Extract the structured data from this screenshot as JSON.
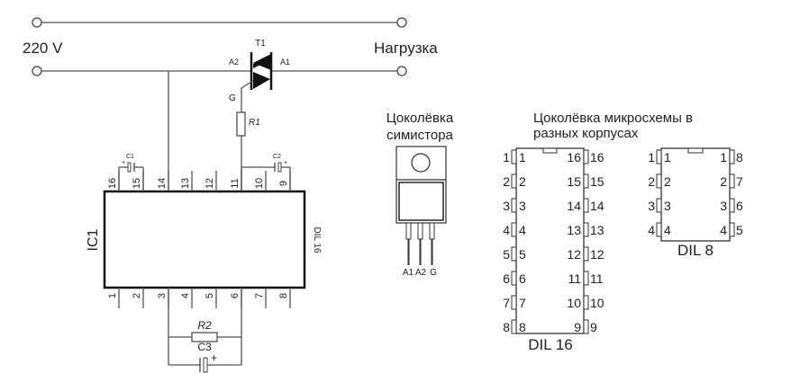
{
  "schematic": {
    "supply_label": "220 V",
    "load_label": "Нагрузка",
    "triac": {
      "ref": "T1",
      "a2": "A2",
      "a1": "A1",
      "gate": "G"
    },
    "r1": "R1",
    "r2": "R2",
    "c1": "C1",
    "c2": "C2",
    "c3": "C3",
    "plus": "+",
    "ic": {
      "ref": "IC1",
      "package": "DIL 16",
      "top_pins": [
        "16",
        "15",
        "14",
        "13",
        "12",
        "11",
        "10",
        "9"
      ],
      "bottom_pins": [
        "1",
        "2",
        "3",
        "4",
        "5",
        "6",
        "7",
        "8"
      ]
    }
  },
  "triac_pinout": {
    "title_line1": "Цоколёвка",
    "title_line2": "симистора",
    "legs": [
      "A1",
      "A2",
      "G"
    ]
  },
  "ic_pinout": {
    "title_line1": "Цоколёвка микросхемы в",
    "title_line2": "разных корпусах",
    "dil16": {
      "name": "DIL 16",
      "left_outer": [
        "1",
        "2",
        "3",
        "4",
        "5",
        "6",
        "7",
        "8"
      ],
      "left_inner": [
        "1",
        "2",
        "3",
        "4",
        "5",
        "6",
        "7",
        "8"
      ],
      "right_inner": [
        "16",
        "15",
        "14",
        "13",
        "12",
        "11",
        "10",
        "9"
      ],
      "right_outer": [
        "16",
        "15",
        "14",
        "13",
        "12",
        "11",
        "10",
        "9"
      ]
    },
    "dil8": {
      "name": "DIL 8",
      "left_outer": [
        "1",
        "2",
        "3",
        "4"
      ],
      "left_inner": [
        "1",
        "2",
        "3",
        "4"
      ],
      "right_inner": [
        "1",
        "2",
        "3",
        "4"
      ],
      "right_outer": [
        "8",
        "7",
        "6",
        "5"
      ]
    }
  }
}
